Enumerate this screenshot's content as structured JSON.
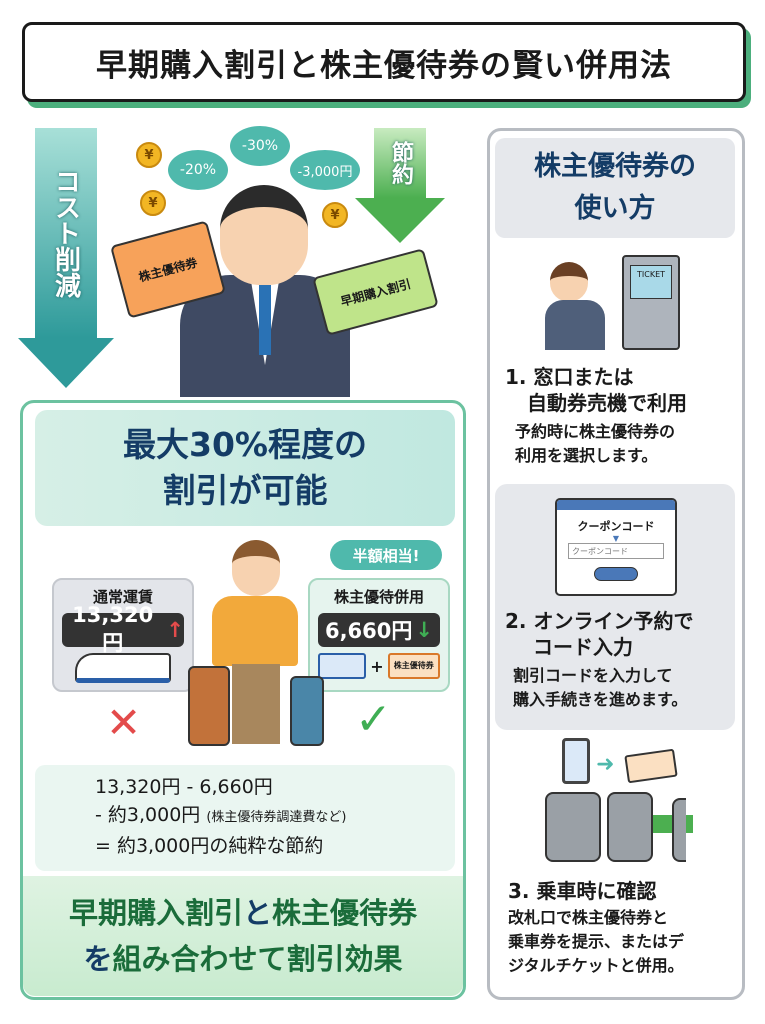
{
  "title": "早期購入割引と株主優待券の賢い併用法",
  "arrows": {
    "left": "コスト削減",
    "right": "節約"
  },
  "bubbles": [
    "-20%",
    "-30%",
    "-3,000円"
  ],
  "coin_symbol": "¥",
  "tickets": {
    "shareholder": "株主優待券",
    "early": "早期購入割引"
  },
  "headline": {
    "line1": "最大30%程度の",
    "line2": "割引が可能"
  },
  "compare": {
    "normal": {
      "label": "通常運賃",
      "price": "13,320円",
      "arrow": "up"
    },
    "combined": {
      "badge": "半額相当!",
      "label": "株主優待併用",
      "price": "6,660円",
      "arrow": "down",
      "ticket_label": "株主優待券",
      "plus": "+"
    }
  },
  "marks": {
    "cross": "✕",
    "check": "✓"
  },
  "calc": {
    "line1": "13,320円 - 6,660円",
    "line2": "- 約3,000円",
    "line2_note": "(株主優待券調達費など)",
    "line3": "= 約3,000円の純粋な節約"
  },
  "bottom": {
    "part1": "早期購入割引",
    "part2": "と",
    "part3": "株主優待券",
    "line2a": "を",
    "line2b": "組み合わせて割引効果"
  },
  "right": {
    "heading_line1": "株主優待券の",
    "heading_line2": "使い方",
    "machine_label": "TICKET",
    "steps": [
      {
        "title1": "1. 窓口または",
        "title2": "自動券売機で利用",
        "desc1": "予約時に株主優待券の",
        "desc2": "利用を選択します。"
      },
      {
        "title1": "2. オンライン予約で",
        "title2": "コード入力",
        "desc1": "割引コードを入力して",
        "desc2": "購入手続きを進めます。",
        "window_title": "クーポンコード",
        "input_placeholder": "クーポンコード"
      },
      {
        "title1": "3. 乗車時に確認",
        "desc1": "改札口で株主優待券と",
        "desc2": "乗車券を提示、またはデ",
        "desc3": "ジタルチケットと併用。"
      }
    ]
  },
  "colors": {
    "accent_green": "#4caf7d",
    "navy": "#143c66",
    "teal": "#2e9a9a",
    "red": "#e34b4b",
    "check_green": "#3fae54"
  }
}
